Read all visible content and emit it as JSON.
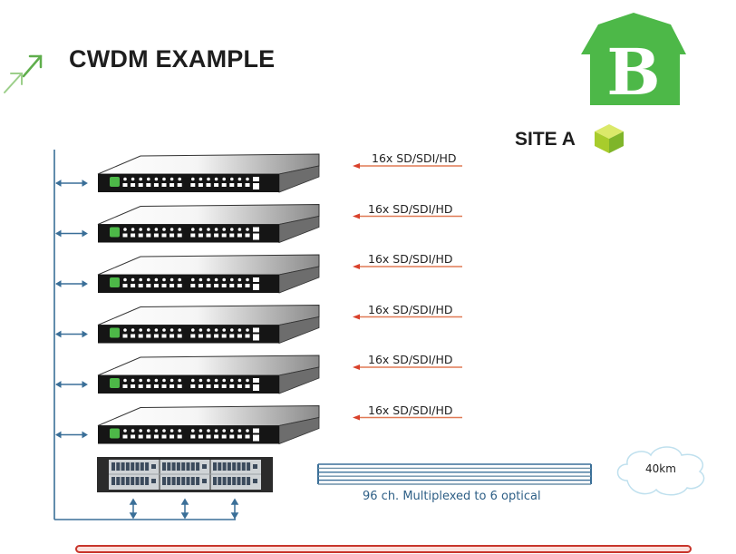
{
  "title": "CWDM EXAMPLE",
  "site_label": "SITE A",
  "logo": {
    "letter": "B",
    "color": "#4db848"
  },
  "channel_inputs": [
    {
      "label": "16x  SD/SDI/HD"
    },
    {
      "label": "16x  SD/SDI/HD"
    },
    {
      "label": "16x  SD/SDI/HD"
    },
    {
      "label": "16x  SD/SDI/HD"
    },
    {
      "label": "16x  SD/SDI/HD"
    },
    {
      "label": "16x  SD/SDI/HD"
    }
  ],
  "mux_label": "96 ch. Multiplexed to 6 optical",
  "distance_label": "40km",
  "colors": {
    "accent_green": "#4db848",
    "arrow_red": "#d9412b",
    "line_blue": "#3a6f98",
    "bar_red": "#c8352b"
  },
  "icons": [
    "double-arrow-icon",
    "barn-logo-icon",
    "cube-icon",
    "cloud-icon"
  ]
}
